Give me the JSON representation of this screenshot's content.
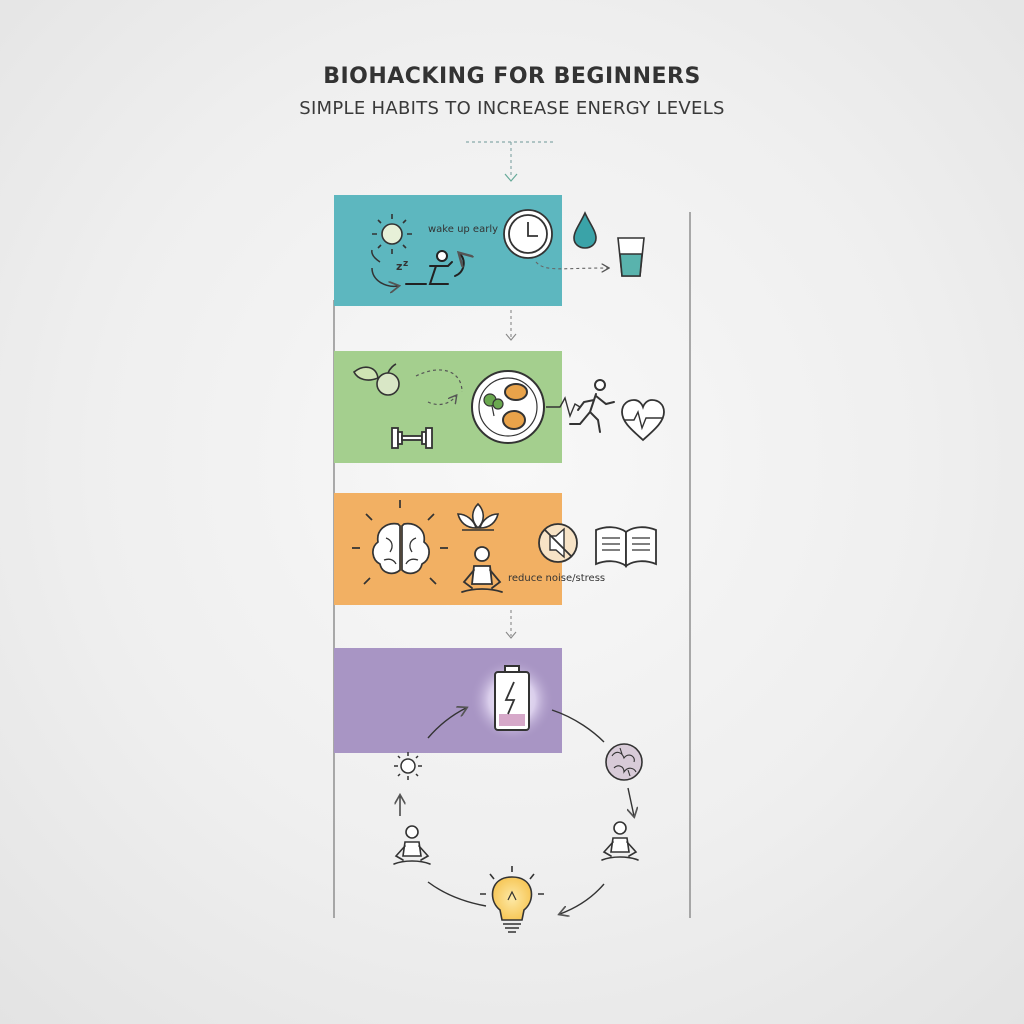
{
  "header": {
    "title": "BIOHACKING FOR BEGINNERS",
    "subtitle": "SIMPLE HABITS TO INCREASE ENERGY LEVELS"
  },
  "colors": {
    "teal": "#5db7bf",
    "green": "#a4cf8e",
    "orange": "#f2b063",
    "purple": "#a895c4",
    "icon_stroke": "#333333"
  },
  "panels": [
    {
      "id": "morning",
      "color": "teal",
      "icons": [
        "sun-icon",
        "sleep-icon",
        "wake-person-icon",
        "clock-icon",
        "water-drop-icon",
        "water-glass-icon"
      ],
      "label": "wake up early"
    },
    {
      "id": "nutrition",
      "color": "green",
      "icons": [
        "apple-icon",
        "plate-icon",
        "dumbbell-icon",
        "runner-icon",
        "heart-rate-icon"
      ]
    },
    {
      "id": "mind",
      "color": "orange",
      "icons": [
        "brain-icon",
        "lotus-icon",
        "meditation-icon",
        "no-noise-icon",
        "book-icon"
      ],
      "label": "reduce noise/stress"
    },
    {
      "id": "energy",
      "color": "purple",
      "icons": [
        "battery-icon"
      ]
    }
  ],
  "cycle": {
    "icons": [
      "sun-icon",
      "meditation-icon",
      "lightbulb-icon",
      "meditation-icon",
      "brain-texture-icon"
    ]
  }
}
